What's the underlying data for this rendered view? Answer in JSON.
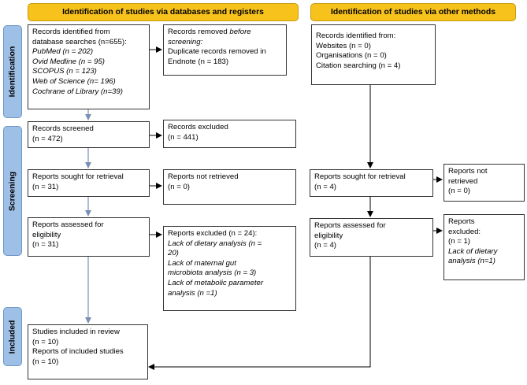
{
  "headers": {
    "left": "Identification of studies via databases and registers",
    "right": "Identification of studies via other methods"
  },
  "phases": {
    "identification": "Identification",
    "screening": "Screening",
    "included": "Included"
  },
  "db_records": {
    "line1": "Records identified from",
    "line2": "database searches (n=655):",
    "sources": [
      "PubMed (n = 202)",
      "Ovid Medline (n = 95)",
      "SCOPUS (n = 123)",
      "Web of Science (n= 196)",
      "Cochrane of Library (n=39)"
    ]
  },
  "removed": {
    "line1_plain": "Records removed ",
    "line1_italic": "before",
    "line2": "screening:",
    "line3": "Duplicate records removed in",
    "line4": "Endnote (n = 183)"
  },
  "screened": {
    "line1": "Records screened",
    "line2": "(n = 472)"
  },
  "excluded": {
    "line1": "Records excluded",
    "line2": "(n = 441)"
  },
  "sought_left": {
    "line1": "Reports sought for retrieval",
    "line2": "(n = 31)"
  },
  "not_retrieved_left": {
    "line1": "Reports not retrieved",
    "line2": "(n = 0)"
  },
  "assessed_left": {
    "line1": "Reports assessed for",
    "line2": "eligibility",
    "line3": "(n = 31)"
  },
  "reports_excluded_left": {
    "line1": "Reports excluded (n = 24):",
    "line2": "Lack of dietary analysis (n =",
    "line3": "20)",
    "line4": "Lack of maternal gut",
    "line5": "microbiota analysis (n = 3)",
    "line6": "Lack of metabolic parameter",
    "line7": "analysis (n =1)"
  },
  "included_box": {
    "line1": "Studies included in review",
    "line2": "(n = 10)",
    "line3": "Reports of included studies",
    "line4": "(n = 10)"
  },
  "other_records": {
    "line1": "Records identified from:",
    "line2": "Websites (n = 0)",
    "line3": "Organisations (n = 0)",
    "line4": "Citation searching (n = 4)"
  },
  "sought_right": {
    "line1": "Reports sought for retrieval",
    "line2": "(n = 4)"
  },
  "not_retrieved_right": {
    "line1": "Reports not",
    "line2": "retrieved",
    "line3": "(n = 0)"
  },
  "assessed_right": {
    "line1": "Reports assessed for",
    "line2": "eligibility",
    "line3": "(n = 4)"
  },
  "reports_excluded_right": {
    "line1": "Reports",
    "line2": "excluded:",
    "line3": "(n = 1)",
    "line4": "Lack of dietary",
    "line5": "analysis (n=1)"
  },
  "colors": {
    "header": "#f7c21c",
    "phase": "#9fc0e6",
    "arrow_blue": "#7a8fb3",
    "arrow_black": "#000000"
  }
}
